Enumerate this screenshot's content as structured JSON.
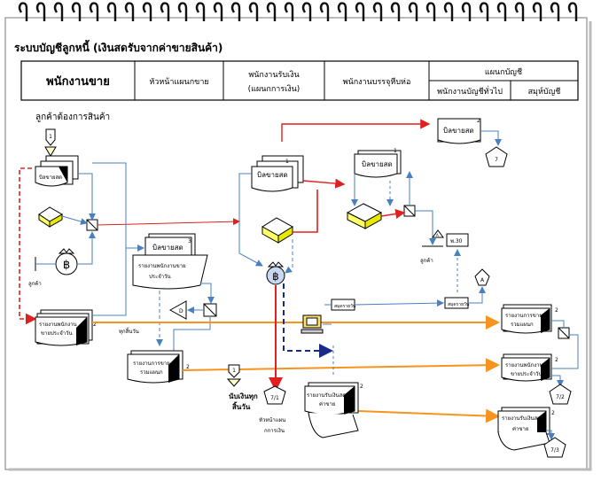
{
  "title": "ระบบบัญชีลูกหนี้ (เงินสดรับจากค่าขายสินค้า)",
  "columns": {
    "sales_staff": "พนักงานขาย",
    "sales_head": "หัวหน้าแผนกขาย",
    "cashier_line1": "พนักงานรับเงิน",
    "cashier_line2": "(แผนกการเงิน)",
    "packer": "พนักงานบรรจุหีบห่อ",
    "accounting": "แผนกบัญชี",
    "gen_accountant": "พนักงานบัญชีทั่วไป",
    "journal": "สมุห์บัญชี"
  },
  "labels": {
    "customer_orders": "ลูกค้าต้องการสินค้า",
    "customer": "ลูกค้า",
    "customer2": "ลูกค้า",
    "every_day": "ทุกสิ้นวัน",
    "count_money_1": "นับเงินทุก",
    "count_money_2": "สิ้นวัน",
    "cash_head_1": "หัวหน้าแผน",
    "cash_head_2": "กการเงิน",
    "conn_1": "1",
    "conn_7": "7",
    "conn_71": "7/1",
    "conn_72": "7/2",
    "conn_73": "7/3",
    "tri_d": "D",
    "tri_a1": "A",
    "tri_a2": "A",
    "baht": "฿",
    "inv_no": "พ.30"
  },
  "docs": {
    "cash_bill_small": "บิลขายสด",
    "cash_bill_sh": "บิลขายสด",
    "cash_bill_sh_num": "3",
    "sales_report_daily_1": "รายงานพนักงานขาย",
    "sales_report_daily_2": "ประจำวัน",
    "staff_report_1": "รายงานพนักงาน",
    "staff_report_2": "ขายประจำวัน",
    "staff_report_num": "2",
    "dept_sales_1": "รายงานการขาย",
    "dept_sales_2": "รวมแผนก",
    "dept_sales_num": "2",
    "cashier_bill": "บิลขายสด",
    "cashier_bill_num": "1",
    "packer_bill": "บิลขายสด",
    "packer_bill_num": "1",
    "acct_bill": "บิลขายสด",
    "acct_bill_num": "2",
    "cash_receipt_1": "รายงานรับเงินสด",
    "cash_receipt_2": "ค่าขาย",
    "cash_receipt_num": "2",
    "acct_dept_sales_1": "รายงานการขาย",
    "acct_dept_sales_2": "รวมแผนก",
    "acct_dept_sales_num": "2",
    "acct_staff_1": "รายงานพนักงาน",
    "acct_staff_2": "ขายประจำวัน",
    "acct_staff_num": "2",
    "journal_cash_1": "รายงานรับเงินสด",
    "journal_cash_2": "ค่าขาย",
    "journal_cash_num": "2",
    "ledger_1": "สมุดรายวัน",
    "ledger_2": "สมุดรายวัน"
  }
}
